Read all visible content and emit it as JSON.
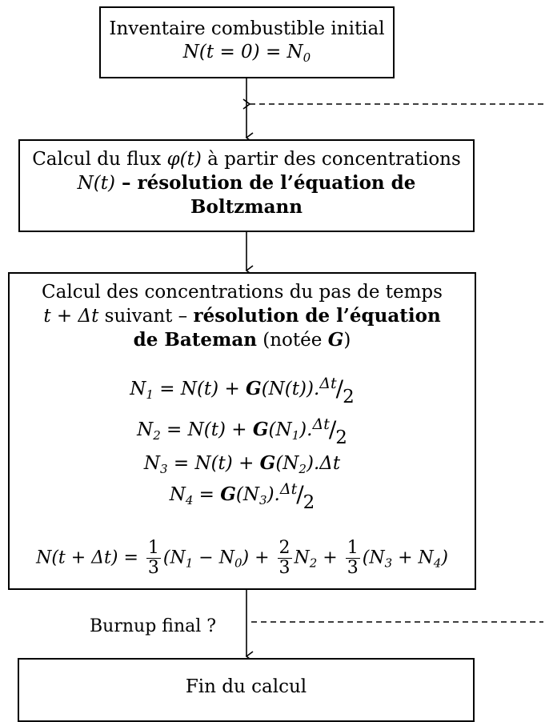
{
  "box1": {
    "line1": "Inventaire combustible initial",
    "line2": "N(t = 0) = N",
    "line2_sub": "0"
  },
  "box2": {
    "line1_pre": "Calcul du flux ",
    "line1_math": "φ(t)",
    "line1_post": " à partir des concentrations",
    "line2_math": "N(t)",
    "line2_dash": " – ",
    "line2_bold": "résolution de l’équation de",
    "line3_bold": "Boltzmann"
  },
  "box3": {
    "line1": "Calcul des concentrations du pas de temps",
    "line2_math": "t + Δt",
    "line2_text": " suivant – ",
    "line2_bold": "résolution de l’équation",
    "line3_bold": "de Bateman",
    "line3_text": " (notée ",
    "line3_G": "G",
    "line3_close": ")",
    "eq1": {
      "lhs": "N",
      "lhs_sub": "1",
      "rhs_a": " = N(t) + ",
      "G": "G",
      "rhs_b": "(N(t)).",
      "frac_num": "Δt",
      "frac_den": "2"
    },
    "eq2": {
      "lhs": "N",
      "lhs_sub": "2",
      "rhs_a": " = N(t) + ",
      "G": "G",
      "rhs_b": "(N",
      "rhs_b_sub": "1",
      "rhs_c": ").",
      "frac_num": "Δt",
      "frac_den": "2"
    },
    "eq3": {
      "lhs": "N",
      "lhs_sub": "3",
      "rhs_a": " = N(t) + ",
      "G": "G",
      "rhs_b": "(N",
      "rhs_b_sub": "2",
      "rhs_c": ").Δt"
    },
    "eq4": {
      "lhs": "N",
      "lhs_sub": "4",
      "rhs_a": " = ",
      "G": "G",
      "rhs_b": "(N",
      "rhs_b_sub": "3",
      "rhs_c": ").",
      "frac_num": "Δt",
      "frac_den": "2"
    },
    "final": {
      "lhs": "N(t + Δt) = ",
      "f1_num": "1",
      "f1_den": "3",
      "t1": "(N",
      "t1_s1": "1",
      "t1_mid": " − N",
      "t1_s2": "0",
      "t1_end": ") + ",
      "f2_num": "2",
      "f2_den": "3",
      "t2": "N",
      "t2_s": "2",
      "t2_end": " + ",
      "f3_num": "1",
      "f3_den": "3",
      "t3": "(N",
      "t3_s1": "3",
      "t3_mid": " + N",
      "t3_s2": "4",
      "t3_end": ")"
    }
  },
  "decision_label": "Burnup final ?",
  "box4": {
    "line1": "Fin du calcul"
  }
}
